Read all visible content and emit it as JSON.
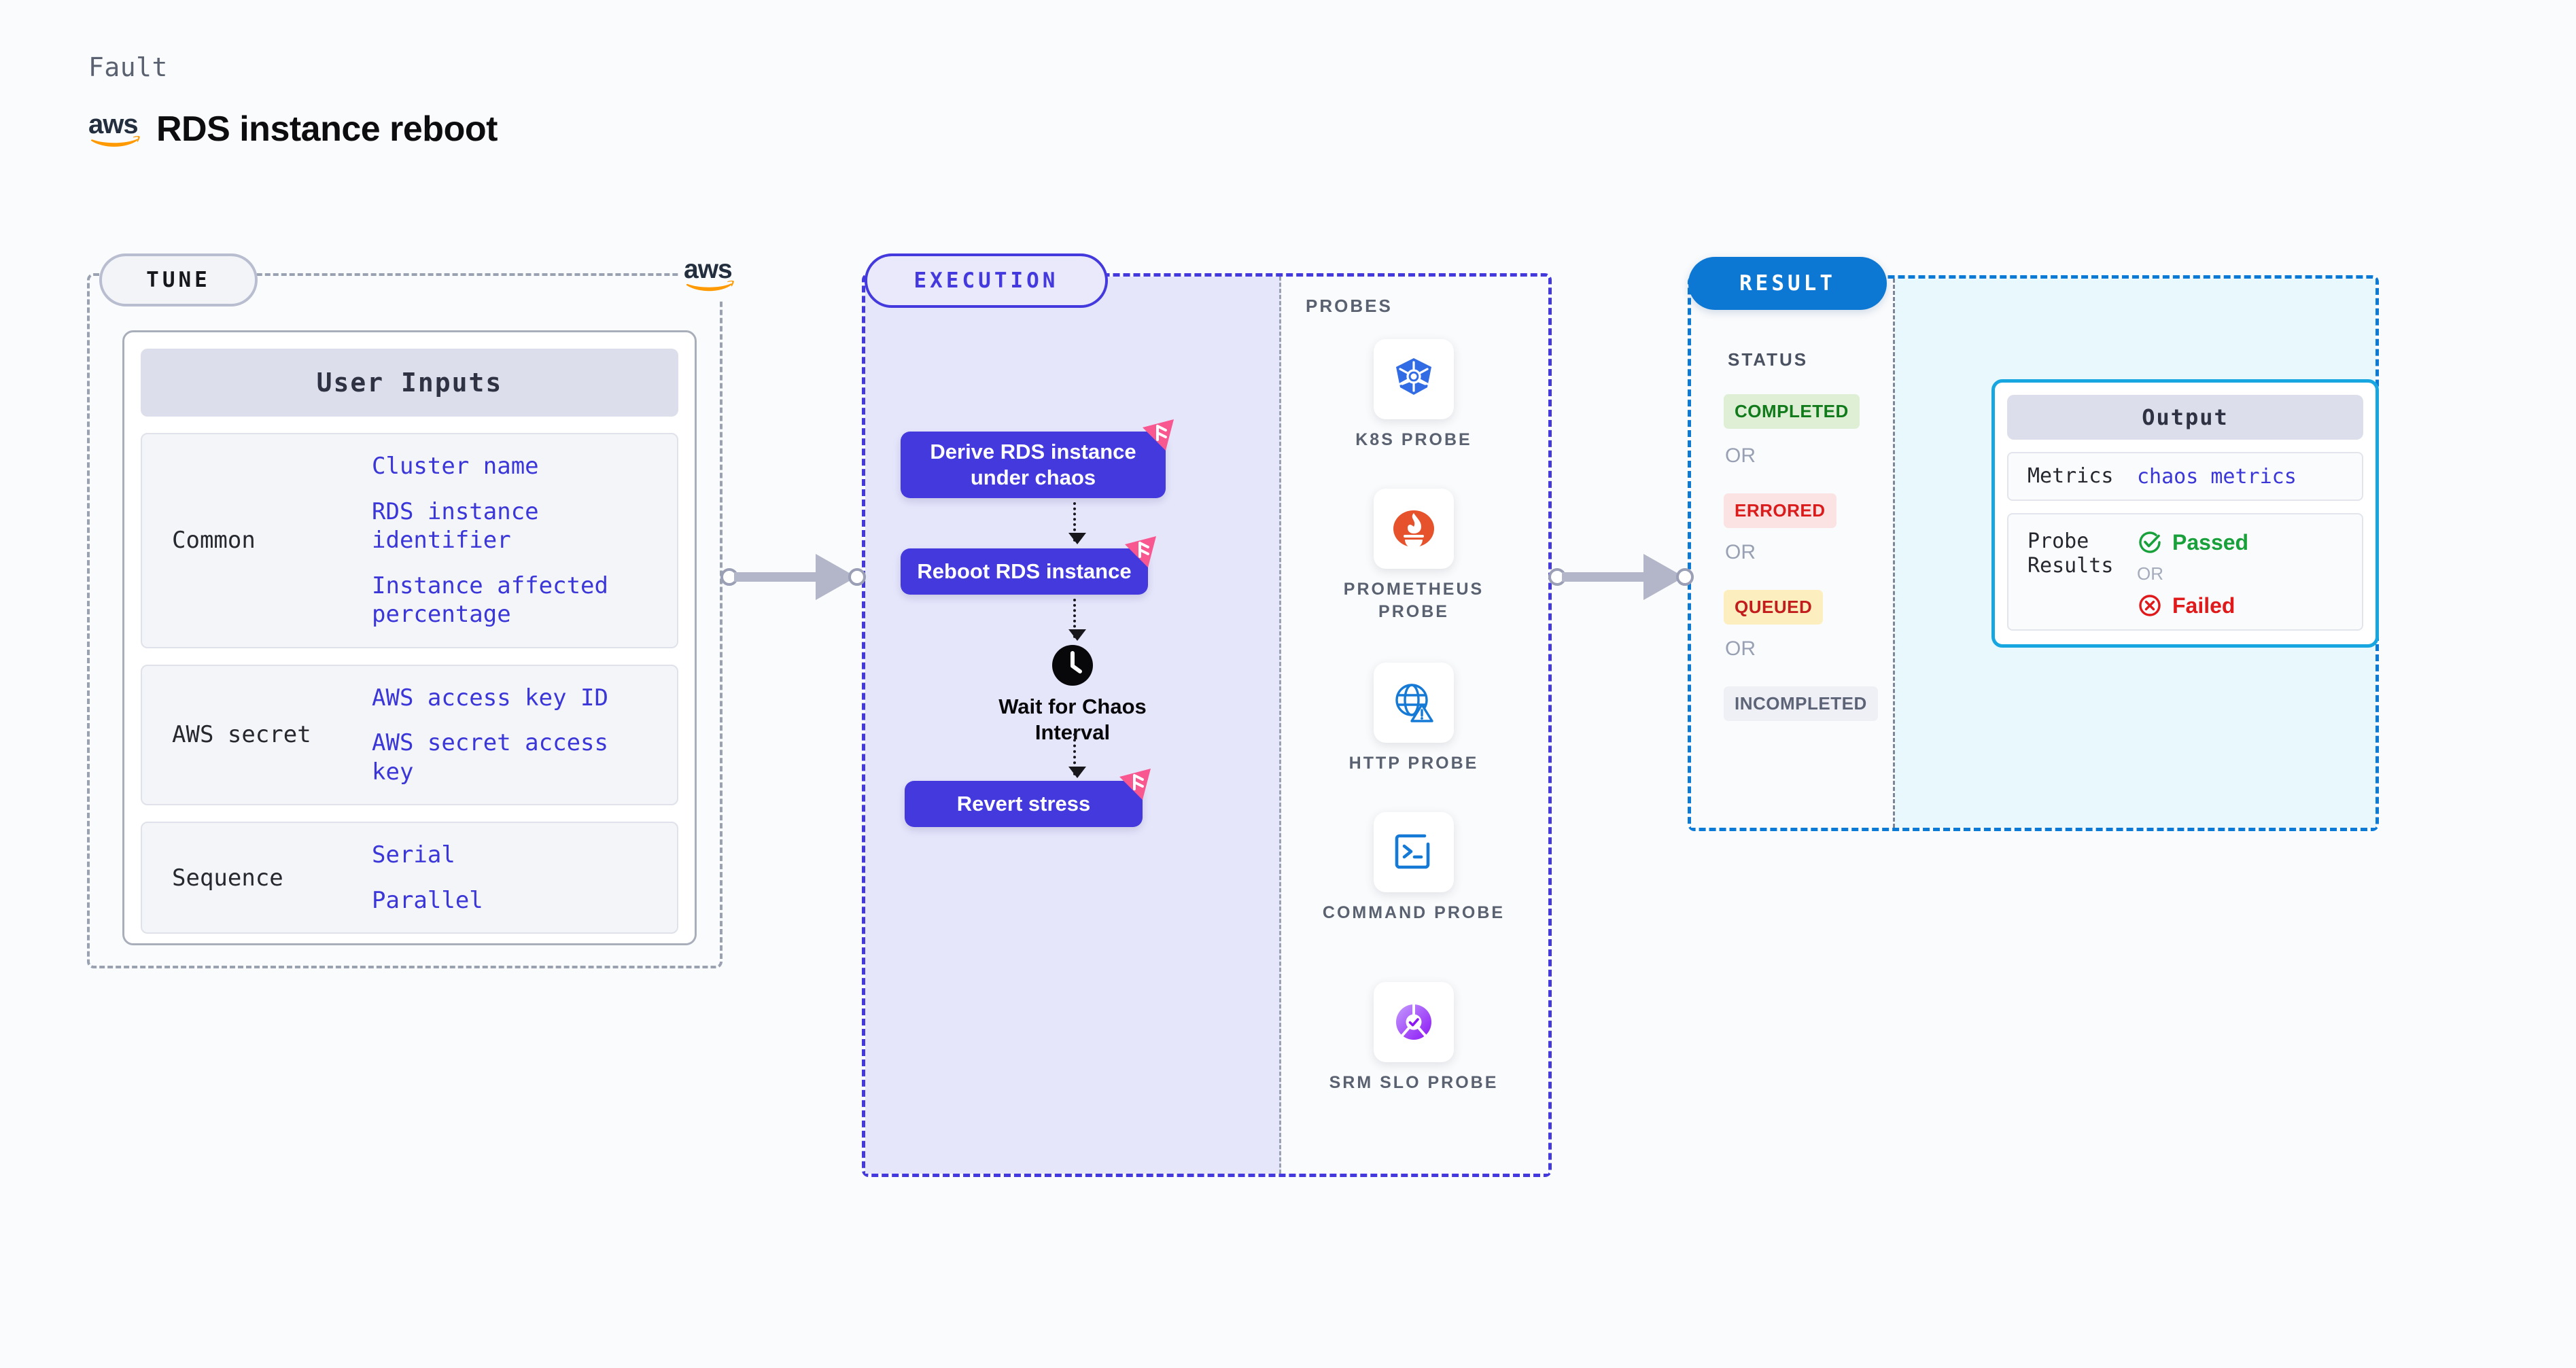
{
  "header": {
    "kicker": "Fault",
    "title": "RDS instance reboot",
    "brand_icon": "aws-logo",
    "brand_colors": {
      "text": "#232f3e",
      "swoosh": "#ff9900"
    }
  },
  "tune": {
    "pill_label": "TUNE",
    "corner_icon": "aws-logo",
    "card_title": "User Inputs",
    "groups": [
      {
        "label": "Common",
        "items": [
          "Cluster name",
          "RDS instance identifier",
          "Instance affected percentage"
        ]
      },
      {
        "label": "AWS secret",
        "items": [
          "AWS access key ID",
          "AWS secret access key"
        ]
      },
      {
        "label": "Sequence",
        "items": [
          "Serial",
          "Parallel"
        ]
      }
    ]
  },
  "execution": {
    "pill_label": "EXECUTION",
    "nodes": [
      {
        "label": "Derive RDS instance under chaos",
        "type": "task",
        "badge_icon": "litmus-badge-icon"
      },
      {
        "label": "Reboot RDS instance",
        "type": "task",
        "badge_icon": "litmus-badge-icon"
      },
      {
        "label": "Wait for Chaos Interval",
        "type": "wait",
        "badge_icon": "clock-icon"
      },
      {
        "label": "Revert stress",
        "type": "task",
        "badge_icon": "litmus-badge-icon"
      }
    ],
    "accent_color": "#4339dd"
  },
  "probes": {
    "title": "PROBES",
    "items": [
      {
        "label": "K8S PROBE",
        "icon": "kubernetes-icon",
        "color": "#326ce5"
      },
      {
        "label": "PROMETHEUS PROBE",
        "icon": "prometheus-icon",
        "color": "#e6522c"
      },
      {
        "label": "HTTP PROBE",
        "icon": "http-globe-icon",
        "color": "#1579d6"
      },
      {
        "label": "COMMAND PROBE",
        "icon": "terminal-icon",
        "color": "#1579d6"
      },
      {
        "label": "SRM SLO PROBE",
        "icon": "srm-slo-icon",
        "color": "#9b4dfb"
      }
    ]
  },
  "result": {
    "pill_label": "RESULT",
    "status_title": "STATUS",
    "or_label": "OR",
    "statuses": [
      {
        "label": "COMPLETED",
        "bg": "#deefd6",
        "fg": "#117a1b"
      },
      {
        "label": "ERRORED",
        "bg": "#fbe3e3",
        "fg": "#db1c1c"
      },
      {
        "label": "QUEUED",
        "bg": "#fdeec0",
        "fg": "#c21c1c"
      },
      {
        "label": "INCOMPLETED",
        "bg": "#eff0f5",
        "fg": "#5d6478"
      }
    ],
    "output": {
      "card_title": "Output",
      "metrics_label": "Metrics",
      "metrics_value": "chaos metrics",
      "probe_results_label": "Probe Results",
      "passed_label": "Passed",
      "failed_label": "Failed",
      "or_label": "OR",
      "passed_icon": "check-circle-icon",
      "failed_icon": "x-circle-icon",
      "border_color": "#18a6e0"
    }
  },
  "connectors": [
    {
      "name": "tune-to-execution"
    },
    {
      "name": "execution-to-result"
    }
  ]
}
